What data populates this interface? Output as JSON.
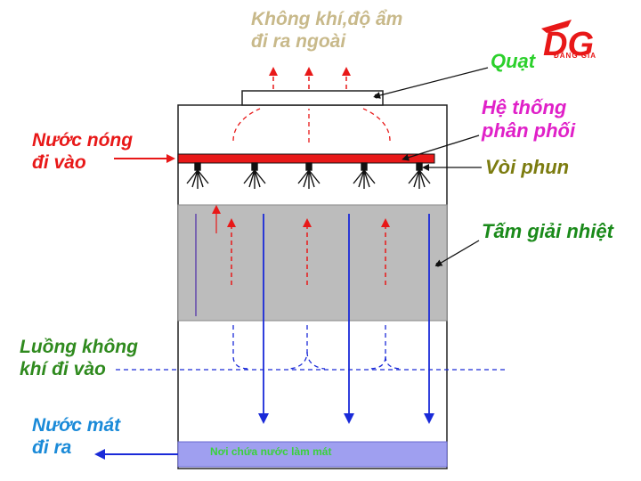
{
  "labels": {
    "exhaust": [
      "Không khí,độ ẩm",
      "đi ra ngoài"
    ],
    "fan": "Quạt",
    "distribution": [
      "Hệ thống",
      "phân phối"
    ],
    "hot_water": [
      "Nước nóng",
      "đi vào"
    ],
    "nozzle": "Vòi phun",
    "fill": "Tấm giải nhiệt",
    "air_in": [
      "Luồng không",
      "khí đi vào"
    ],
    "cool_water": [
      "Nước mát",
      "đi ra"
    ],
    "basin": "Nơi chứa nước làm mát"
  },
  "logo": {
    "mark": "DG",
    "text": "ĐĂNG GIA"
  },
  "colors": {
    "hot": "#e81818",
    "cool": "#1a2ad8",
    "fill_block": "#bcbcbc",
    "basin": "#9f9ff0",
    "outline": "#222222"
  }
}
